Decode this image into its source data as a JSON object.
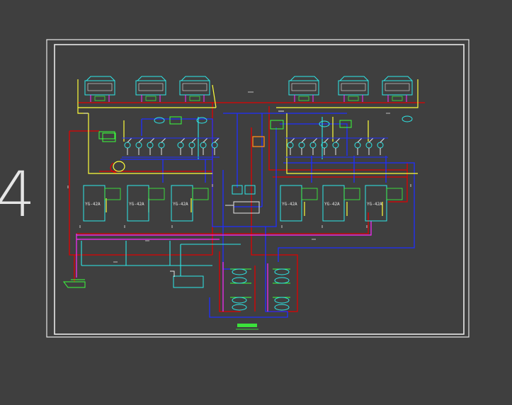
{
  "viewport": {
    "side_marker": "4"
  },
  "drawing": {
    "colors": {
      "background": "#3f3f3f",
      "frame": "#ffffff",
      "supply_red": "#e00000",
      "return_blue": "#1f2fff",
      "yellow": "#ffff3a",
      "cyan": "#2ee8e8",
      "magenta": "#ff2bff",
      "green": "#3bff3b",
      "white": "#e6e6e6"
    },
    "unit_labels": [
      "YG-42A",
      "YG-42A",
      "YG-42A",
      "YG-42A",
      "YG-42A",
      "YG-42A"
    ],
    "title_stamp_color": "#3bff3b"
  }
}
